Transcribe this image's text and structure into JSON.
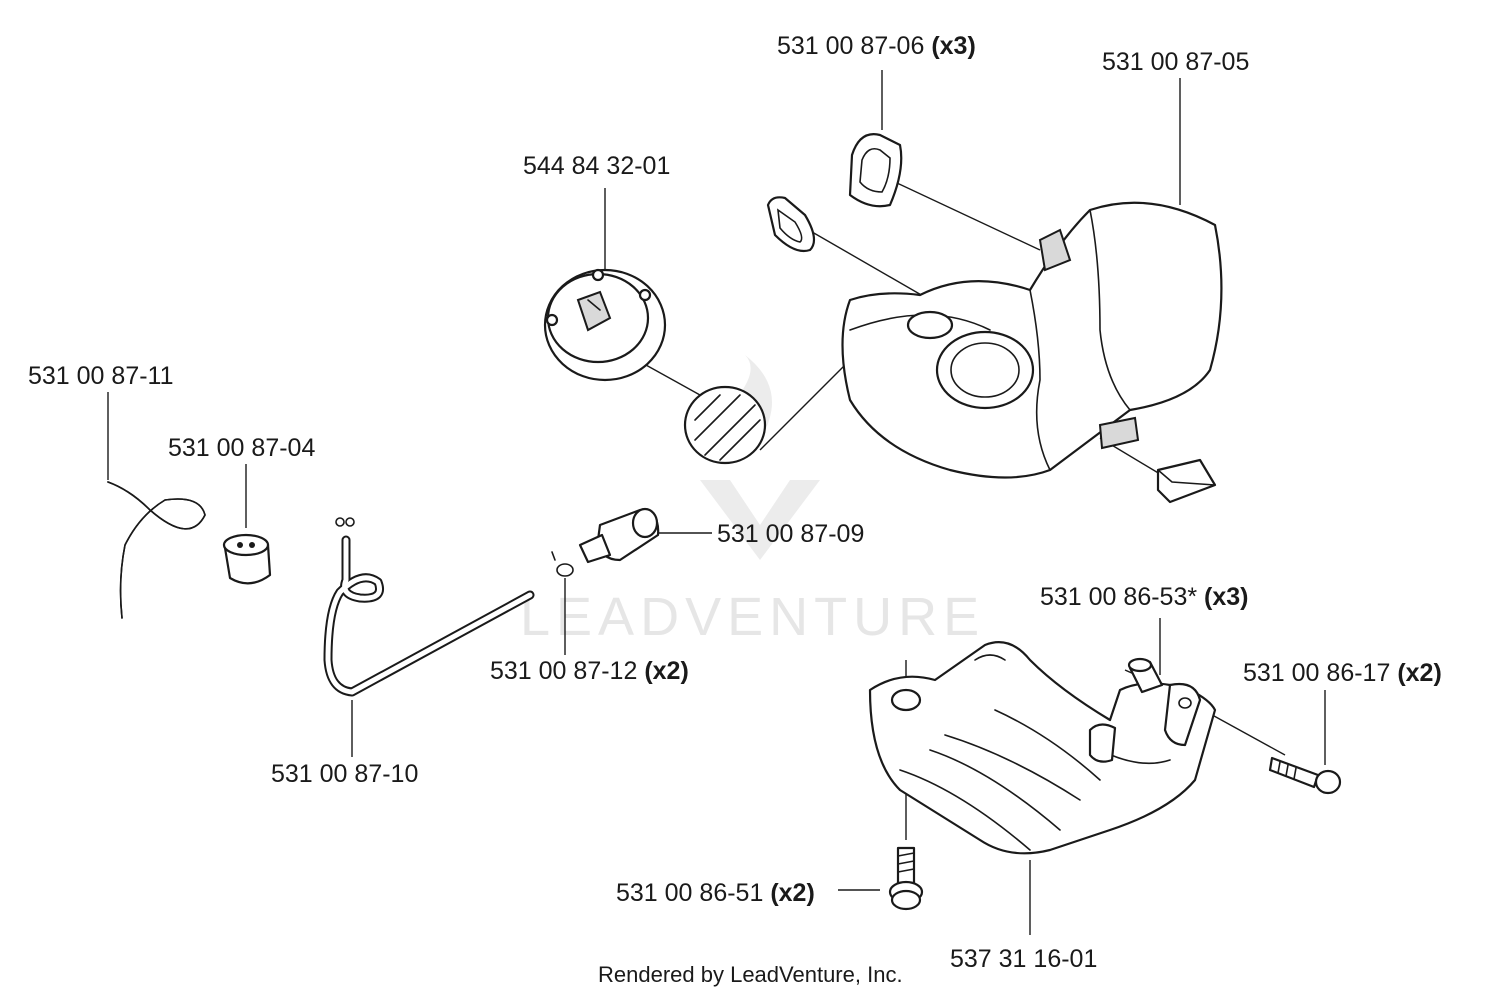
{
  "diagram": {
    "watermark": "LEADVENTURE",
    "credit": "Rendered by LeadVenture, Inc.",
    "callouts": [
      {
        "id": "p-531-00-87-06",
        "part": "531 00 87-06",
        "qty": "(x3)"
      },
      {
        "id": "p-531-00-87-05",
        "part": "531 00 87-05",
        "qty": ""
      },
      {
        "id": "p-544-84-32-01",
        "part": "544 84 32-01",
        "qty": ""
      },
      {
        "id": "p-531-00-87-11",
        "part": "531 00 87-11",
        "qty": ""
      },
      {
        "id": "p-531-00-87-04",
        "part": "531 00 87-04",
        "qty": ""
      },
      {
        "id": "p-531-00-87-09",
        "part": "531 00 87-09",
        "qty": ""
      },
      {
        "id": "p-531-00-86-53",
        "part": "531 00 86-53*",
        "qty": "(x3)"
      },
      {
        "id": "p-531-00-87-12",
        "part": "531 00 87-12",
        "qty": "(x2)"
      },
      {
        "id": "p-531-00-86-17",
        "part": "531 00 86-17",
        "qty": "(x2)"
      },
      {
        "id": "p-531-00-87-10",
        "part": "531 00 87-10",
        "qty": ""
      },
      {
        "id": "p-531-00-86-51",
        "part": "531 00 86-51",
        "qty": "(x2)"
      },
      {
        "id": "p-537-31-16-01",
        "part": "537 31 16-01",
        "qty": ""
      }
    ]
  }
}
